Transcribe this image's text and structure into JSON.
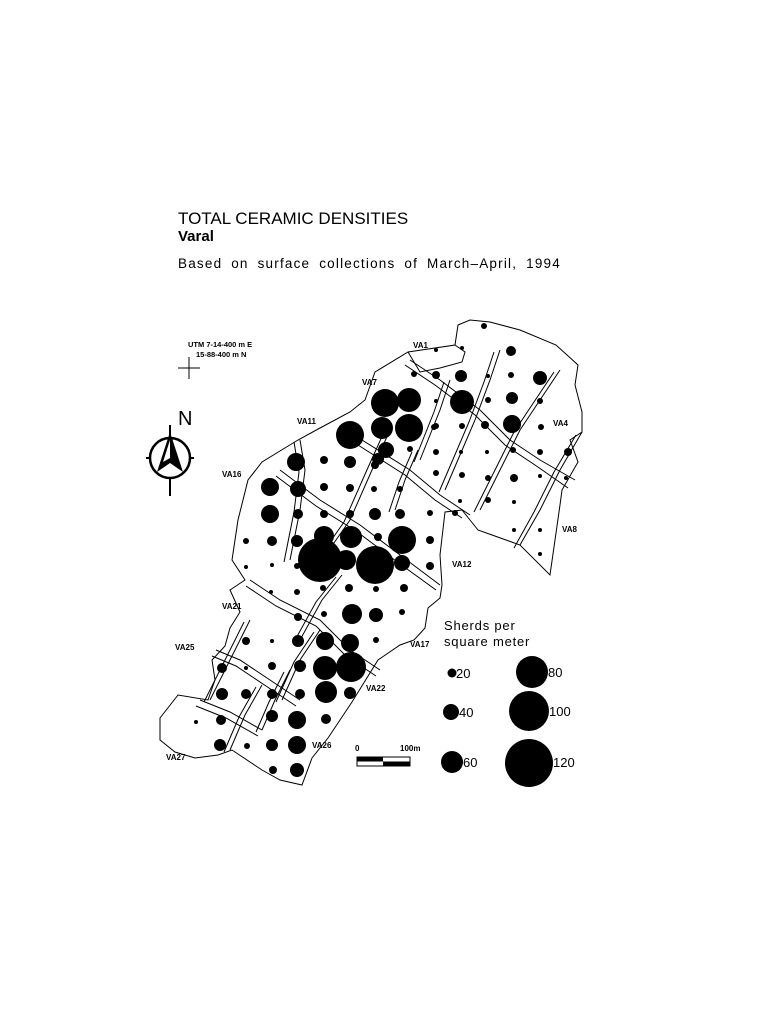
{
  "title": "TOTAL CERAMIC DENSITIES",
  "subtitle": "Varal",
  "note": "Based on surface collections of March–April, 1994",
  "utm": {
    "easting": "UTM 7-14-400 m E",
    "northing": "15-88-400 m N"
  },
  "north_label": "N",
  "units": [
    "VA1",
    "VA4",
    "VA7",
    "VA8",
    "VA11",
    "VA12",
    "VA16",
    "VA17",
    "VA21",
    "VA22",
    "VA25",
    "VA26",
    "VA27"
  ],
  "legend": {
    "title_line1": "Sherds  per",
    "title_line2": "square  meter",
    "values": [
      20,
      40,
      60,
      80,
      100,
      120
    ]
  },
  "scale_bar": {
    "start": "0",
    "end": "100m"
  },
  "colors": {
    "ink": "#000000",
    "paper": "#ffffff"
  }
}
